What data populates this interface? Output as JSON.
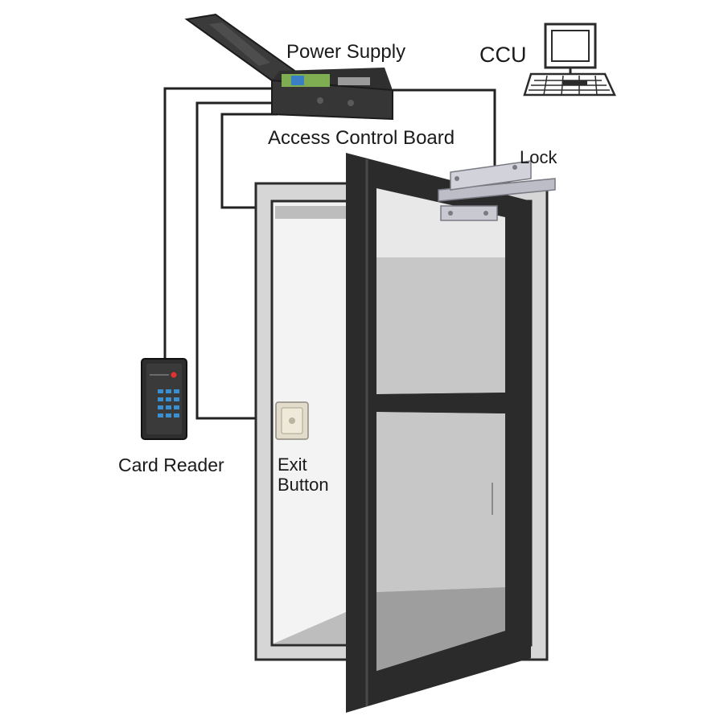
{
  "labels": {
    "power_supply": "Power Supply",
    "ccu": "CCU",
    "access_control_board": "Access Control Board",
    "lock": "Lock",
    "card_reader": "Card Reader",
    "exit_line1": "Exit",
    "exit_line2": "Button"
  },
  "colors": {
    "wire": "#222222",
    "door_frame": "#2b2b2b",
    "wall": "#d9d9d9",
    "glass": "#c8c8c8",
    "led": "#e83030",
    "keypad": "#3a8fd0"
  }
}
